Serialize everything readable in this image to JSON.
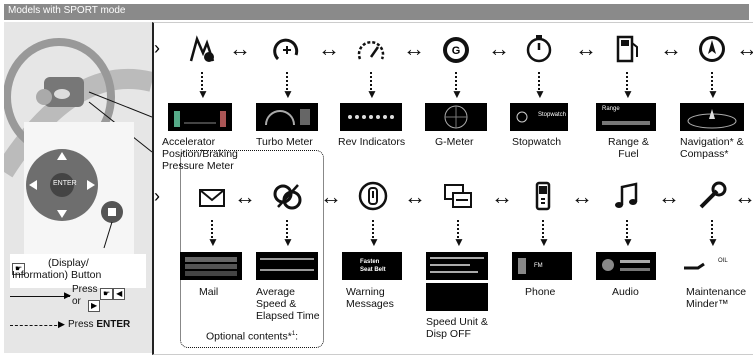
{
  "title": "Models with SPORT mode",
  "button_label_line1": "(Display/",
  "button_label_line2": "Information) Button",
  "enter_key": "ENTER",
  "legend": {
    "press1": "Press",
    "press1b": "or",
    "press2": "Press",
    "enter": "ENTER"
  },
  "row1": [
    {
      "icon": "accelerator-icon",
      "line1": "Accelerator",
      "line2": "Position/Braking",
      "line3": "Pressure Meter"
    },
    {
      "icon": "turbo-icon",
      "line1": "Turbo Meter"
    },
    {
      "icon": "rev-icon",
      "line1": "Rev Indicators"
    },
    {
      "icon": "g-meter-icon",
      "line1": "G-Meter"
    },
    {
      "icon": "stopwatch-icon",
      "line1": "Stopwatch"
    },
    {
      "icon": "fuel-icon",
      "line1": "Range &",
      "line2": "Fuel"
    },
    {
      "icon": "compass-icon",
      "line1": "Navigation",
      "line2": "Compass"
    }
  ],
  "row2": [
    {
      "icon": "mail-icon",
      "line1": "Mail"
    },
    {
      "icon": "average-speed-icon",
      "line1": "Average",
      "line2": "Speed &",
      "line3": "Elapsed Time"
    },
    {
      "icon": "warning-icon",
      "line1": "Warning",
      "line2": "Messages"
    },
    {
      "icon": "speed-unit-icon",
      "line1": "Speed Unit &",
      "line2": "Disp OFF"
    },
    {
      "icon": "phone-icon",
      "line1": "Phone"
    },
    {
      "icon": "audio-icon",
      "line1": "Audio"
    },
    {
      "icon": "wrench-icon",
      "line1": "Maintenance",
      "line2": "Minder™"
    }
  ],
  "optional": "Optional contents",
  "screens": {
    "stopwatch": "Stopwatch",
    "range": "Range",
    "warning_line1": "Fasten",
    "warning_line2": "Seat Belt",
    "phone": "FM",
    "oil": "OIL"
  },
  "colors": {
    "accent": "#000000",
    "title_bg": "#8a8a8a",
    "panel_bg": "#ececec"
  }
}
